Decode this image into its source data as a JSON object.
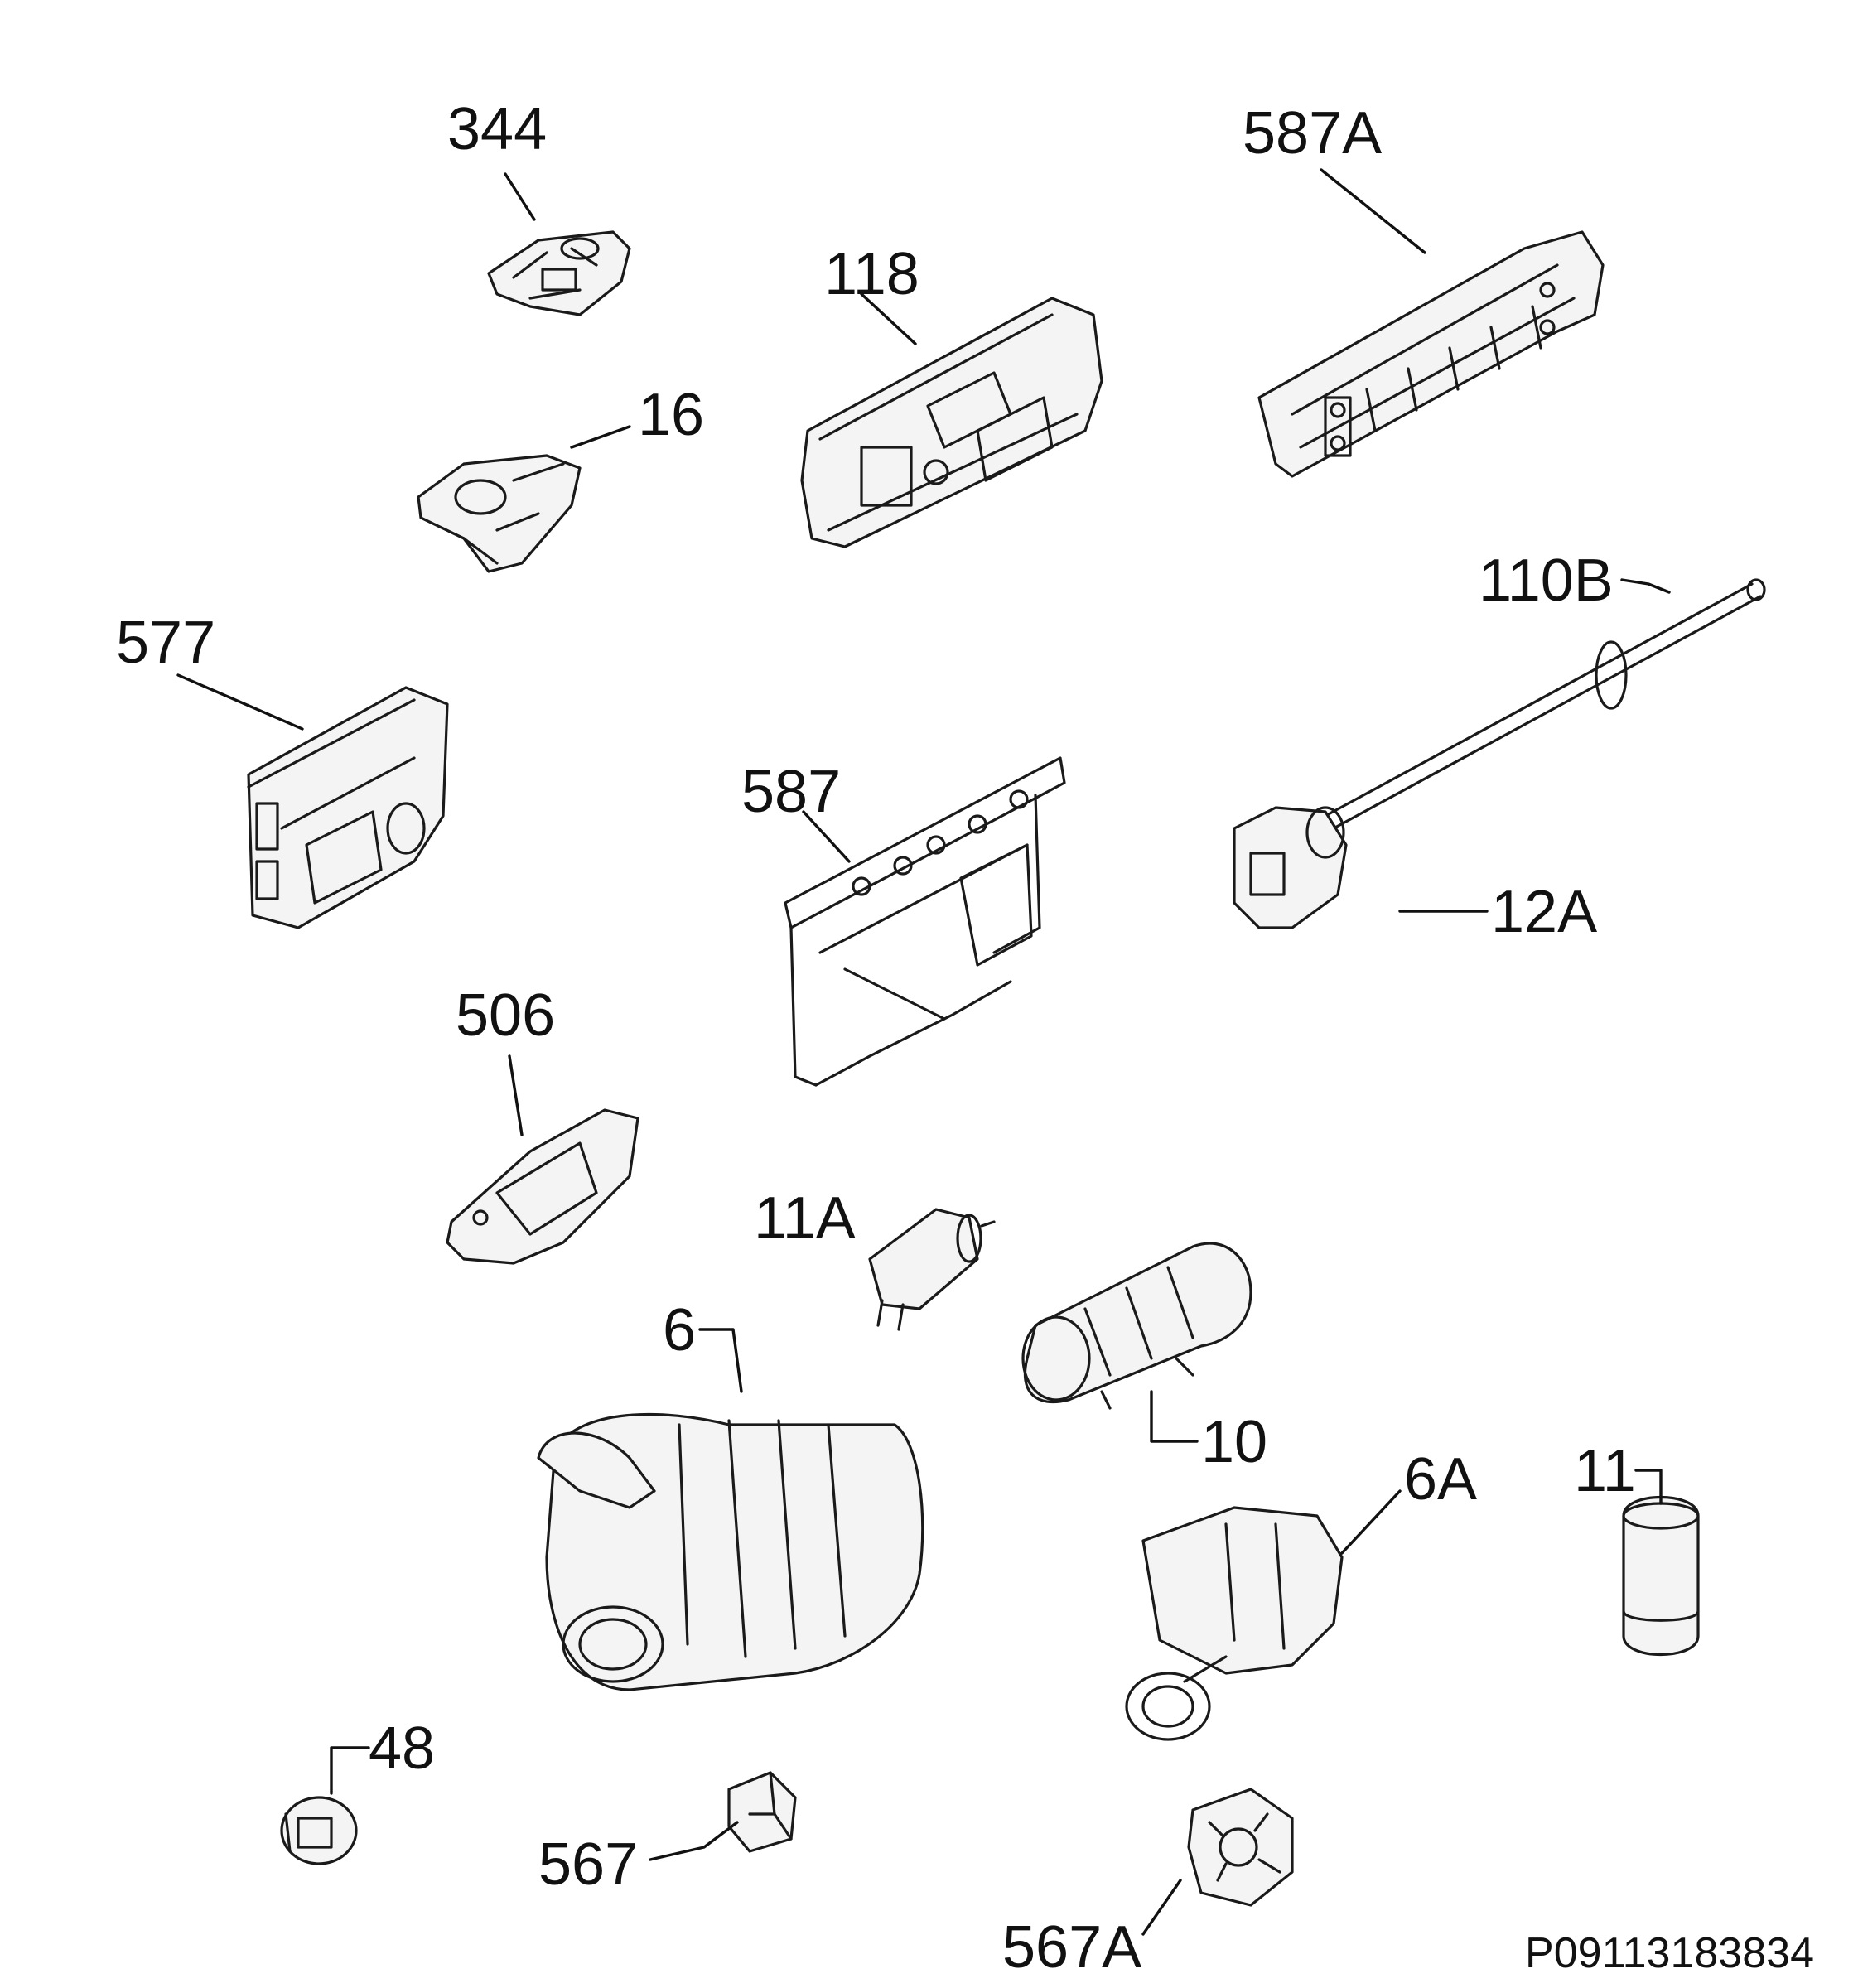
{
  "diagram": {
    "reference_code": "P09113183834",
    "parts": [
      {
        "id": "344",
        "label": "344"
      },
      {
        "id": "587A",
        "label": "587A"
      },
      {
        "id": "118",
        "label": "118"
      },
      {
        "id": "16",
        "label": "16"
      },
      {
        "id": "110B",
        "label": "110B"
      },
      {
        "id": "577",
        "label": "577"
      },
      {
        "id": "587",
        "label": "587"
      },
      {
        "id": "12A",
        "label": "12A"
      },
      {
        "id": "506",
        "label": "506"
      },
      {
        "id": "11A",
        "label": "11A"
      },
      {
        "id": "6",
        "label": "6"
      },
      {
        "id": "10",
        "label": "10"
      },
      {
        "id": "6A",
        "label": "6A"
      },
      {
        "id": "11",
        "label": "11"
      },
      {
        "id": "48",
        "label": "48"
      },
      {
        "id": "567",
        "label": "567"
      },
      {
        "id": "567A",
        "label": "567A"
      }
    ]
  }
}
